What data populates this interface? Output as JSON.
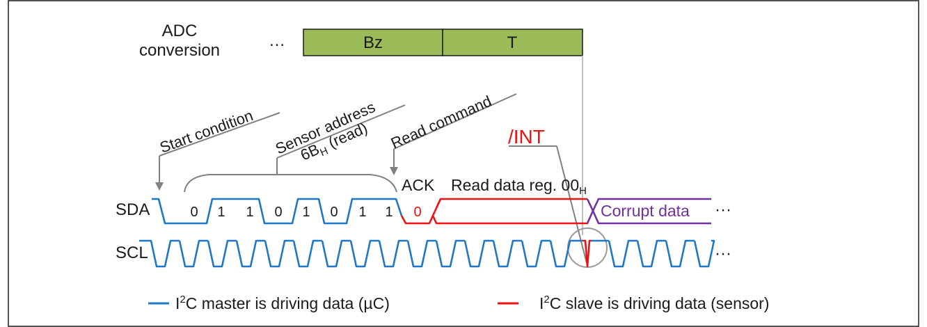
{
  "adc": {
    "label_line1": "ADC",
    "label_line2": "conversion",
    "ellipsis": "…",
    "segments": [
      {
        "label": "Bz"
      },
      {
        "label": "T"
      }
    ],
    "fill_color": "#9bbb59"
  },
  "annotations": {
    "start_condition": "Start condition",
    "sensor_address": "Sensor address",
    "address_value_main": "6B",
    "address_value_sub": "H",
    "address_value_tail": " (read)",
    "read_command": "Read command",
    "int_signal": "/INT",
    "ack": "ACK",
    "read_data_main": "Read data reg. 00",
    "read_data_sub": "H",
    "corrupt_data": "Corrupt data",
    "sda_ellipsis": "···",
    "scl_ellipsis": "···"
  },
  "signals": {
    "sda": "SDA",
    "scl": "SCL"
  },
  "sda_bits": [
    "0",
    "1",
    "1",
    "0",
    "1",
    "0",
    "1",
    "1"
  ],
  "ack_bit": "0",
  "legend": {
    "master_pre": "I",
    "master_sup": "2",
    "master_post": "C master is driving data (µC)",
    "slave_pre": "I",
    "slave_sup": "2",
    "slave_post": "C slave is driving data (sensor)"
  },
  "colors": {
    "master": "#1f77c8",
    "slave": "#ee1111",
    "corrupt": "#7030a0",
    "annotation": "#808080",
    "int_text": "#ee1111"
  }
}
